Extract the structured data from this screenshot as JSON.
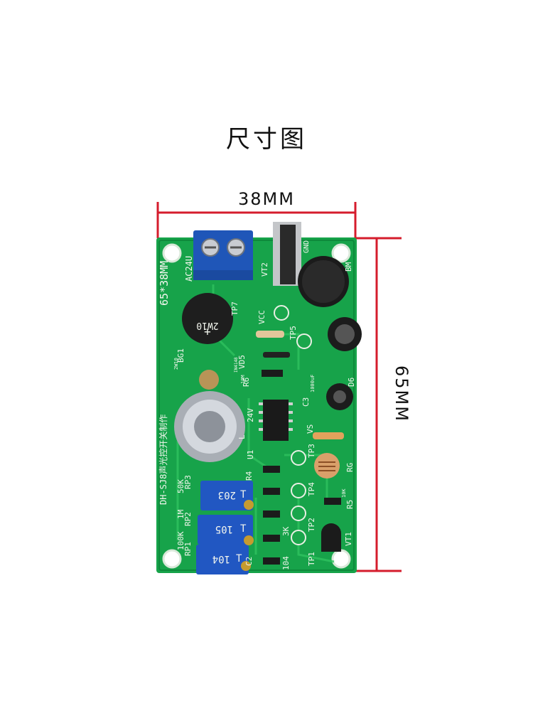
{
  "title": "尺寸图",
  "dimensions": {
    "width": "38MM",
    "height": "65MM"
  },
  "board": {
    "silkscreen": {
      "size": "65*38MM",
      "product": "DH-SJ8声光控开关制作",
      "input": "AC24U",
      "labels": [
        "VT2",
        "GND",
        "BM",
        "TP7",
        "VCC",
        "TP5",
        "BG1",
        "2W10",
        "VD5",
        "R6",
        "D6",
        "C3",
        "1000uF",
        "U1",
        "L",
        "24V",
        "VS",
        "TP3",
        "R4",
        "RG",
        "RP3",
        "50K",
        "RP2",
        "1M",
        "RP1",
        "100K",
        "R5",
        "TP4",
        "TP2",
        "VT1",
        "C2",
        "104",
        "3K",
        "TP1",
        "IN4148",
        "10M",
        "10K"
      ]
    },
    "bridge_marking": [
      "2W10",
      "+"
    ],
    "trimmers": [
      {
        "code": "203",
        "mark": "T"
      },
      {
        "code": "105",
        "mark": "T"
      },
      {
        "code": "104",
        "mark": "T"
      }
    ]
  }
}
